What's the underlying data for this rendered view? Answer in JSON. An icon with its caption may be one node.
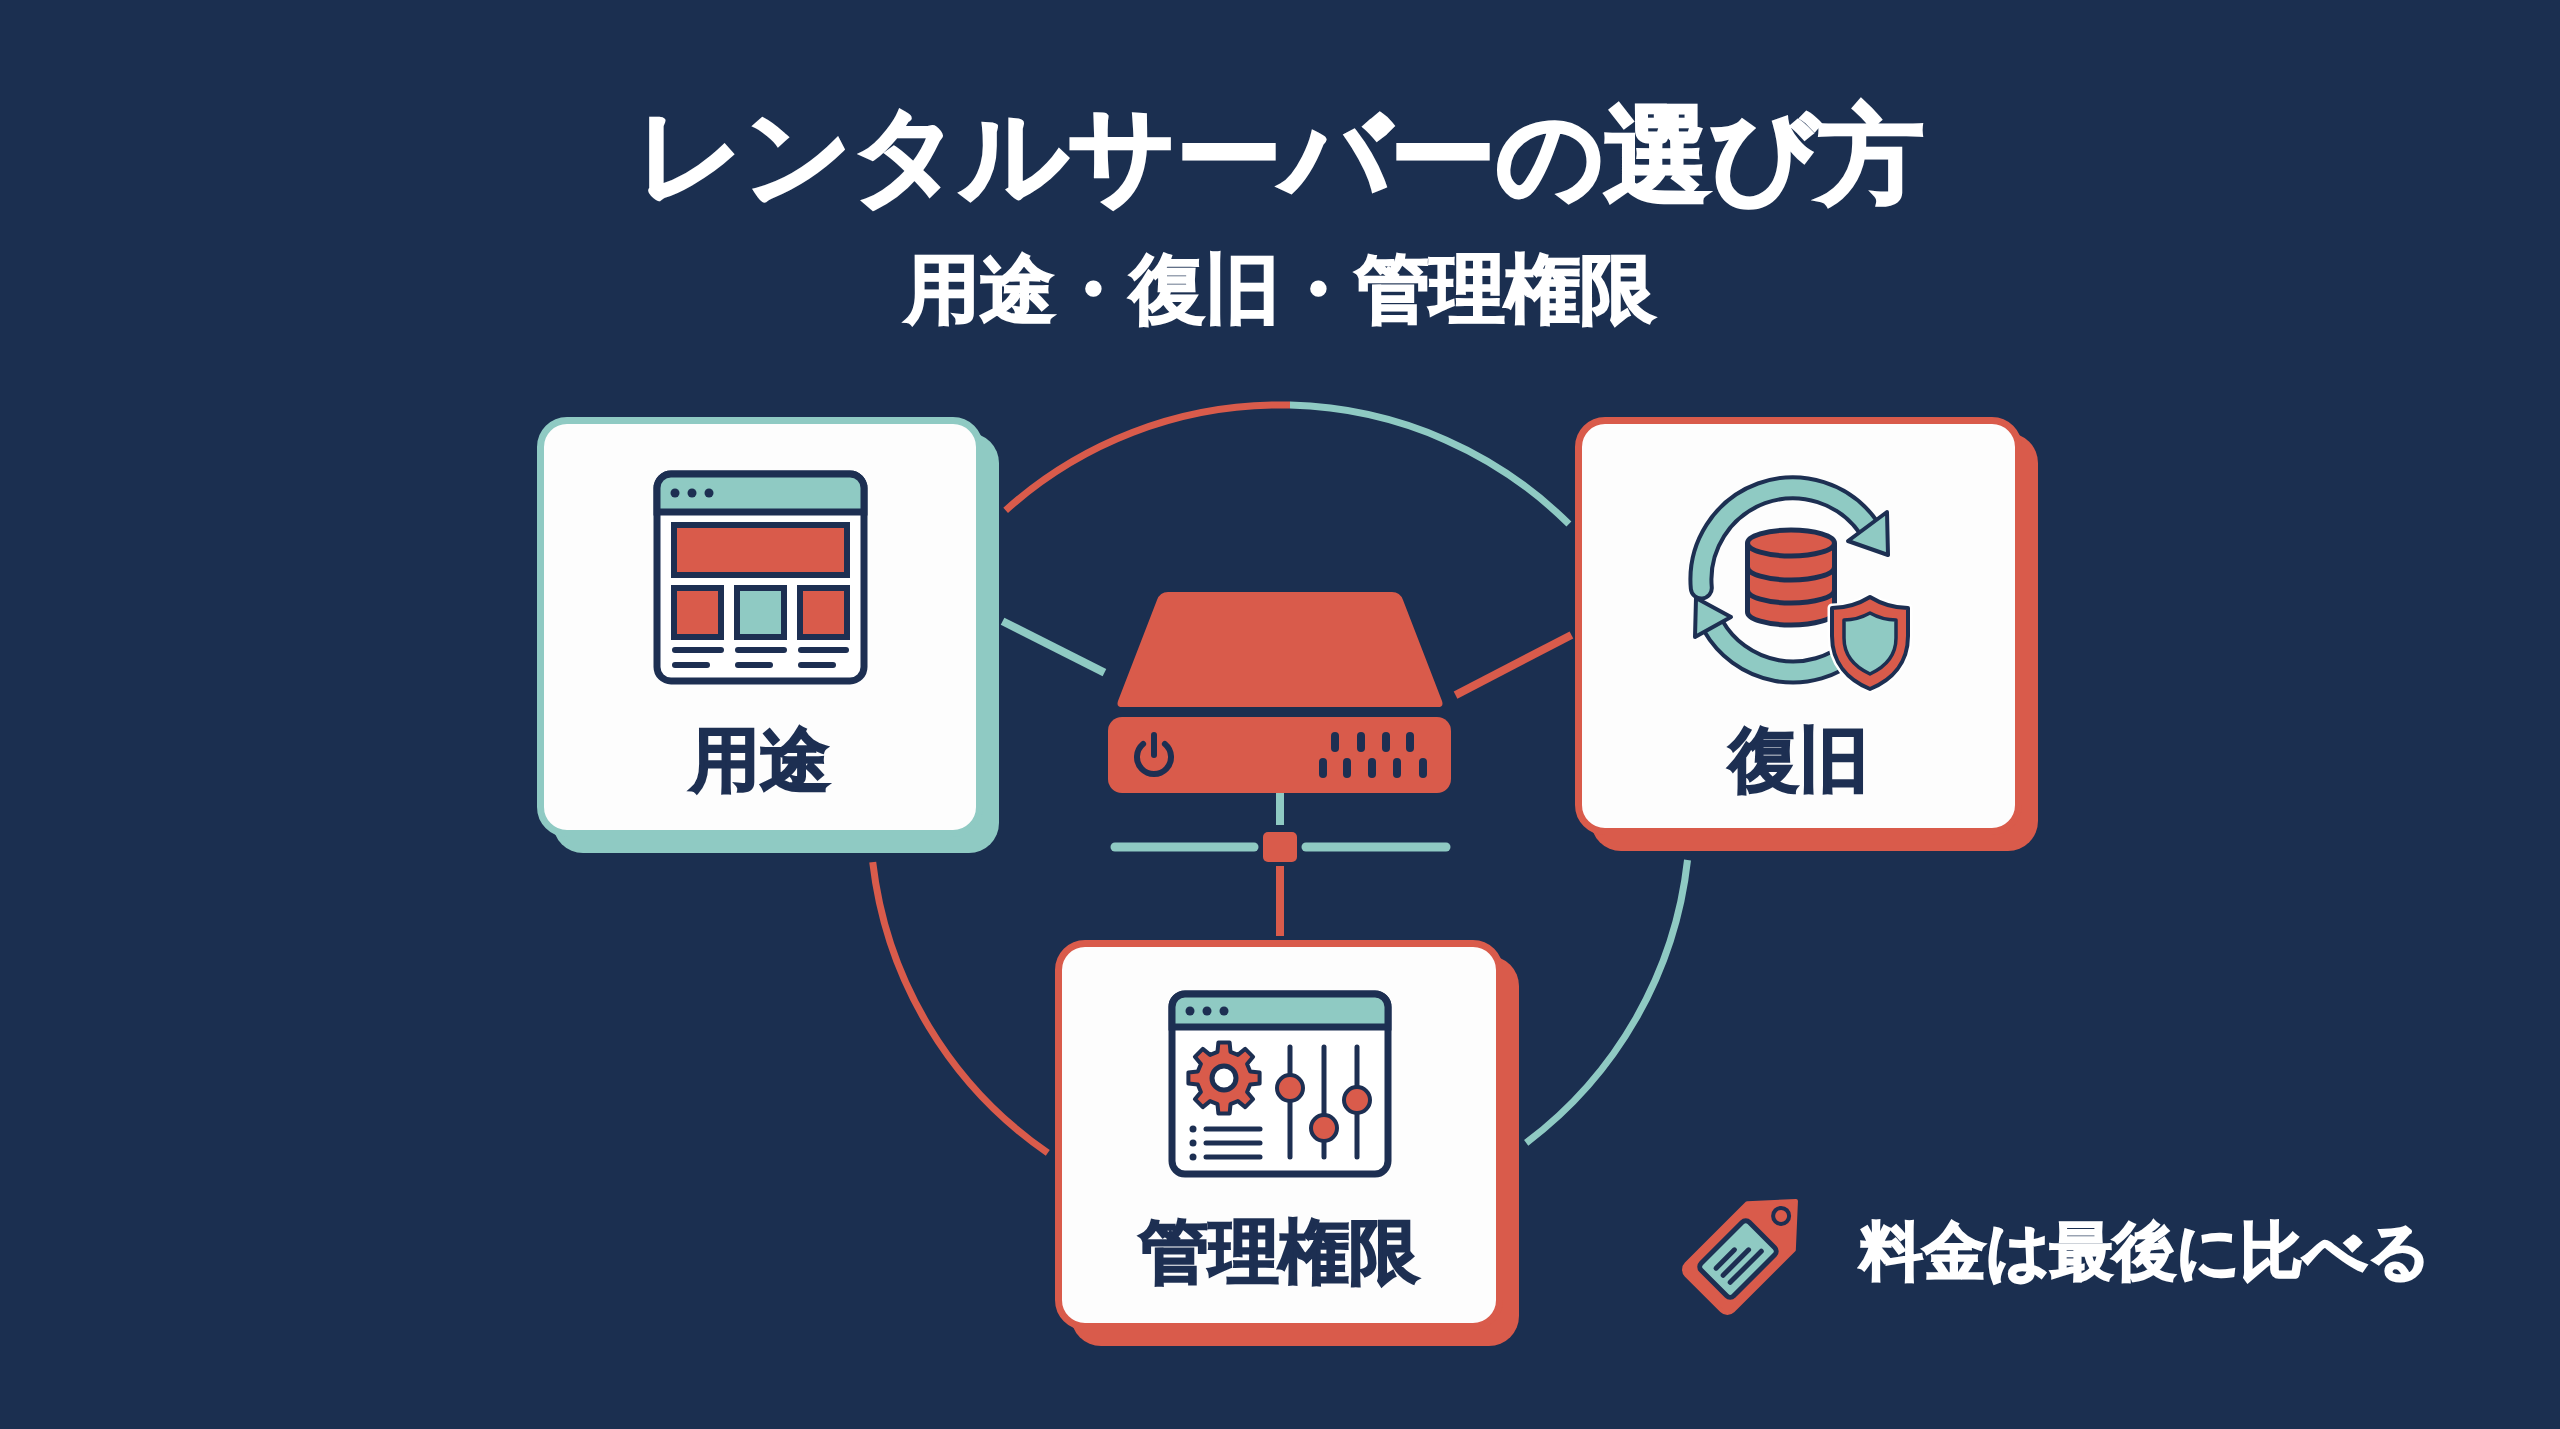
{
  "diagram": {
    "title": "レンタルサーバーの選び方",
    "nodes": [
      {
        "text": [
          "用途"
        ]
      },
      {
        "text": [
          "復旧"
        ]
      },
      {
        "text": [],
        "shape": "picture"
      },
      {
        "text": [
          "管理権限"
        ]
      }
    ],
    "edges": [
      {
        "from": 0,
        "to": 2,
        "arrow": "none",
        "color": "#8fcac3"
      },
      {
        "from": 2,
        "to": 1,
        "arrow": "none"
      },
      {
        "from": 2,
        "to": 3,
        "arrow": "none"
      },
      {
        "from": 0,
        "to": 1,
        "arrow": "none",
        "color": "#8fcac3"
      },
      {
        "from": 0,
        "to": 3,
        "arrow": "none"
      },
      {
        "from": 1,
        "to": 3,
        "arrow": "none",
        "color": "#8fcac3"
      }
    ],
    "labels": [
      "用途・復旧・管理権限",
      "料金は最後に比べる"
    ]
  }
}
